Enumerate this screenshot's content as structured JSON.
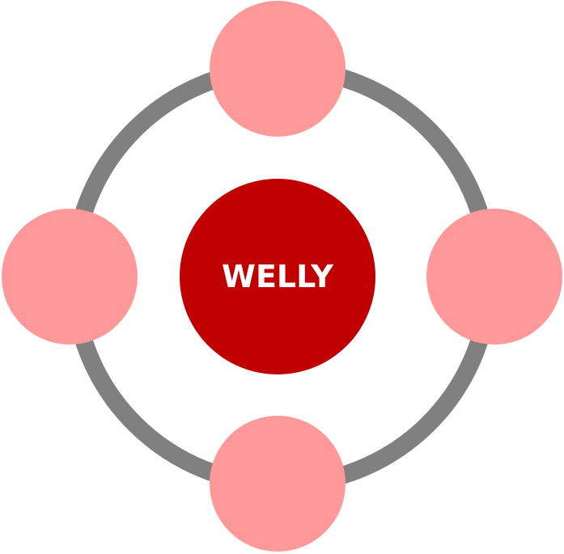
{
  "diagram": {
    "center_label": "WELLY",
    "colors": {
      "ring": "#808080",
      "center_fill": "#c00000",
      "center_text": "#ffffff",
      "satellite_fill": "#ff9999"
    },
    "satellites": [
      {
        "position": "top",
        "label": ""
      },
      {
        "position": "right",
        "label": ""
      },
      {
        "position": "bottom",
        "label": ""
      },
      {
        "position": "left",
        "label": ""
      }
    ]
  }
}
